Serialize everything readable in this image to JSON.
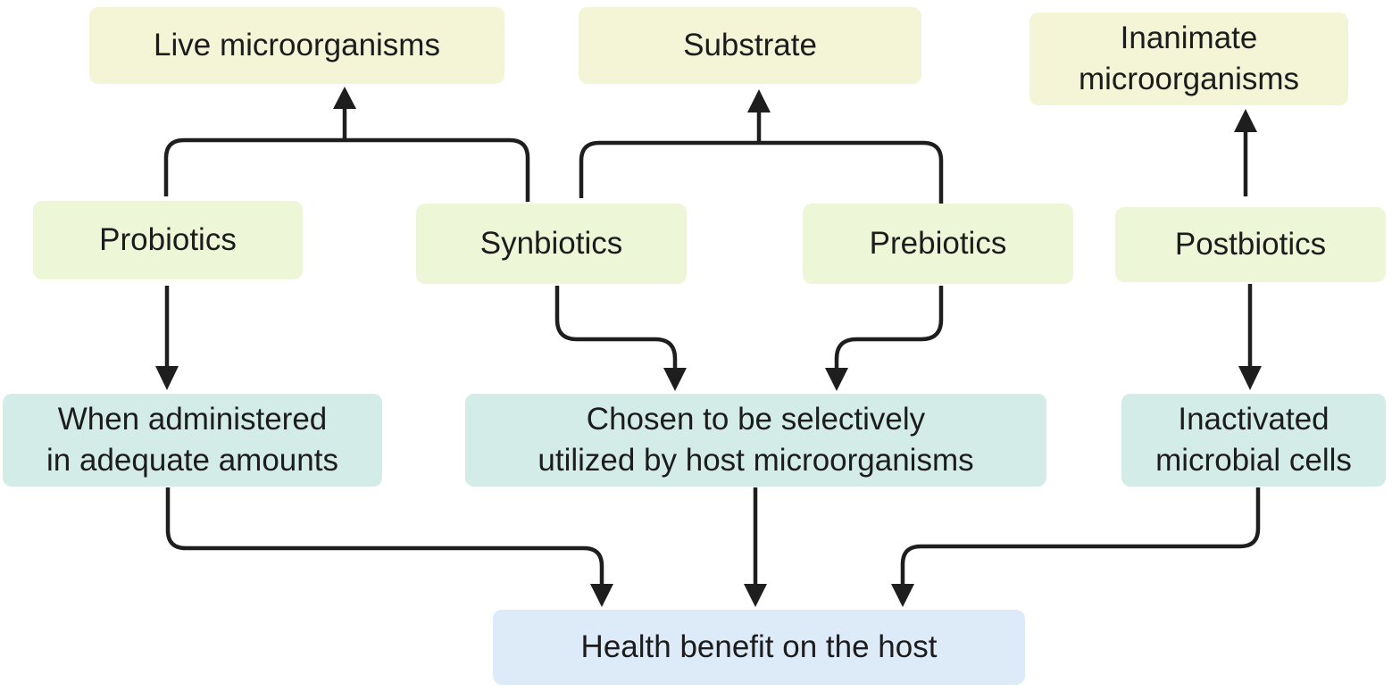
{
  "nodes": {
    "live_microorganisms": "Live microorganisms",
    "substrate": "Substrate",
    "inanimate_microorganisms": [
      "Inanimate",
      "microorganisms"
    ],
    "probiotics": "Probiotics",
    "synbiotics": "Synbiotics",
    "prebiotics": "Prebiotics",
    "postbiotics": "Postbiotics",
    "adequate_amounts": [
      "When administered",
      "in adequate amounts"
    ],
    "selectively_utilized": [
      "Chosen to be selectively",
      "utilized by host microorganisms"
    ],
    "inactivated_cells": [
      "Inactivated",
      "microbial cells"
    ],
    "health_benefit": "Health benefit on the host"
  },
  "colors": {
    "top_row_fill": "#f4f4d6",
    "category_fill": "#eef6d8",
    "definition_fill": "#d3ece8",
    "outcome_fill": "#ddeaf7",
    "arrow": "#1e1e1e"
  }
}
